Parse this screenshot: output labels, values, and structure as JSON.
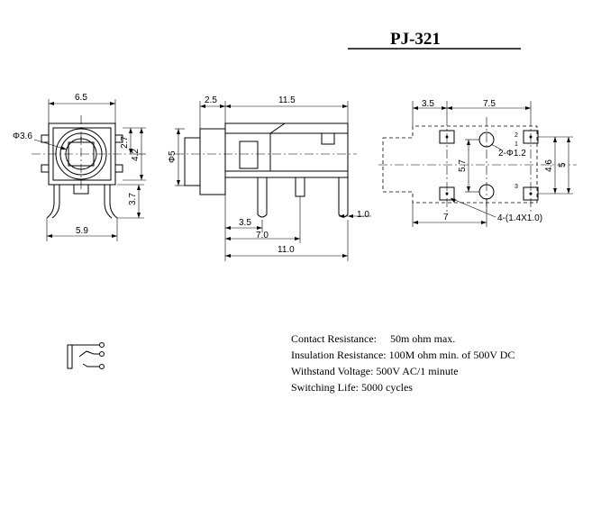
{
  "title": "PJ-321",
  "front_view": {
    "width_top": "6.5",
    "hole_dia": "Φ3.6",
    "height_a": "2.7",
    "height_b": "4.2",
    "pin_height": "3.7",
    "width_bottom": "5.9"
  },
  "side_view": {
    "front_length": "2.5",
    "body_length": "11.5",
    "barrel_dia": "Φ5",
    "pin_offset": "3.5",
    "pin_length": "7.0",
    "total_length": "11.0",
    "pin_width": "1.0"
  },
  "pcb_view": {
    "offset": "3.5",
    "span": "7.5",
    "vert_spacing": "5.7",
    "holes": "2-Φ1.2",
    "height_a": "4.6",
    "height_b": "5",
    "width": "7",
    "pads": "4-(1.4X1.0)",
    "pad_labels": [
      "1",
      "2",
      "3"
    ]
  },
  "specs": [
    "Contact Resistance:     50m ohm max.",
    "Insulation Resistance: 100M ohm min. of 500V DC",
    "Withstand Voltage: 500V AC/1 minute",
    "Switching Life: 5000 cycles"
  ]
}
